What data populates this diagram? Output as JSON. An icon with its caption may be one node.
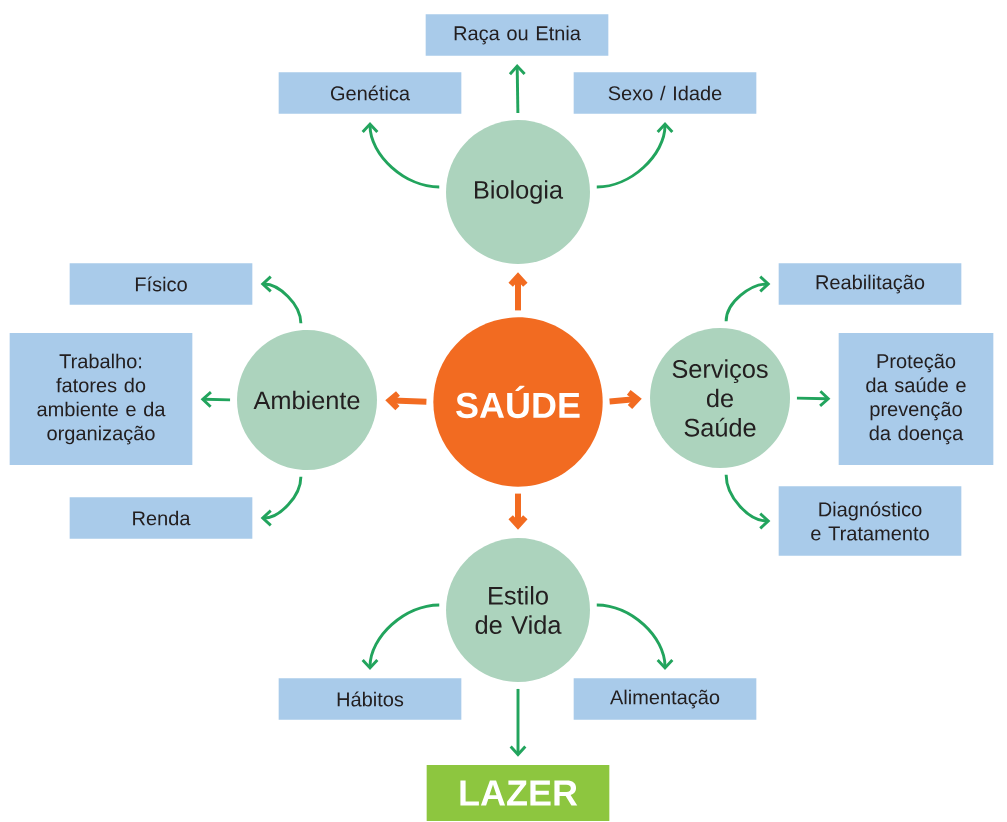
{
  "diagram": {
    "nodes": [
      {
        "text": [
          "SAÚDE"
        ]
      },
      {
        "text": [
          "Biologia"
        ]
      },
      {
        "text": [
          "Raça ou Etnia"
        ]
      },
      {
        "text": [
          "Genética"
        ]
      },
      {
        "text": [
          "Sexo / Idade"
        ]
      },
      {
        "text": [
          "Ambiente"
        ]
      },
      {
        "text": [
          "Físico"
        ]
      },
      {
        "text": [
          "Trabalho: fatores do ambiente e da organização"
        ]
      },
      {
        "text": [
          "Renda"
        ]
      },
      {
        "text": [
          "Serviços de Saúde"
        ]
      },
      {
        "text": [
          "Reabilitação"
        ]
      },
      {
        "text": [
          "Proteção da saúde e prevenção da doença"
        ]
      },
      {
        "text": [
          "Diagnóstico e Tratamento"
        ]
      },
      {
        "text": [
          "Estilo de Vida"
        ]
      },
      {
        "text": [
          "Hábitos"
        ]
      },
      {
        "text": [
          "Alimentação"
        ]
      },
      {
        "text": [
          "LAZER"
        ]
      }
    ],
    "edges": [
      {
        "from": 0,
        "to": 1,
        "arrow": "to",
        "style": "thick",
        "color": "#f26b21"
      },
      {
        "from": 0,
        "to": 5,
        "arrow": "to",
        "style": "thick",
        "color": "#f26b21"
      },
      {
        "from": 0,
        "to": 9,
        "arrow": "to",
        "style": "thick",
        "color": "#f26b21"
      },
      {
        "from": 0,
        "to": 13,
        "arrow": "to",
        "style": "thick",
        "color": "#f26b21"
      },
      {
        "from": 1,
        "to": 2,
        "arrow": "to"
      },
      {
        "from": 1,
        "to": 3,
        "arrow": "to"
      },
      {
        "from": 1,
        "to": 4,
        "arrow": "to"
      },
      {
        "from": 5,
        "to": 6,
        "arrow": "to"
      },
      {
        "from": 5,
        "to": 7,
        "arrow": "to"
      },
      {
        "from": 5,
        "to": 8,
        "arrow": "to"
      },
      {
        "from": 9,
        "to": 10,
        "arrow": "to"
      },
      {
        "from": 9,
        "to": 11,
        "arrow": "to"
      },
      {
        "from": 9,
        "to": 12,
        "arrow": "to"
      },
      {
        "from": 13,
        "to": 14,
        "arrow": "to"
      },
      {
        "from": 13,
        "to": 15,
        "arrow": "to"
      },
      {
        "from": 13,
        "to": 16,
        "arrow": "to"
      }
    ]
  }
}
